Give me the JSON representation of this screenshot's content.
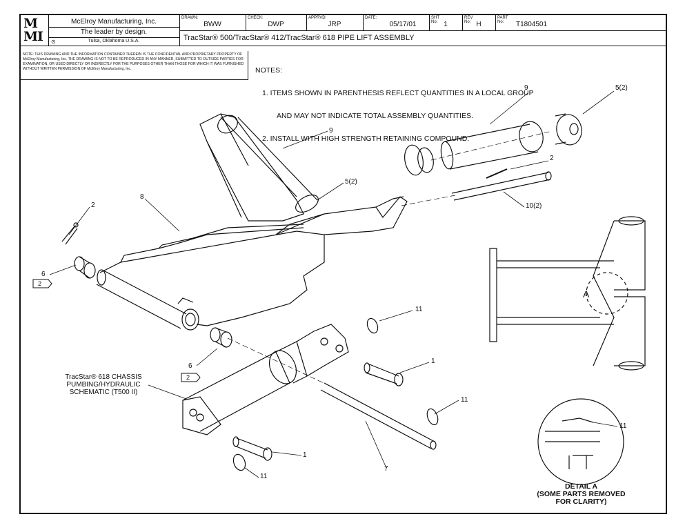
{
  "title_block": {
    "logo_top": "M",
    "logo_bottom": "MI",
    "company": "McElroy Manufacturing, Inc.",
    "tagline": "The leader by design.",
    "location": "Tulsa, Oklahoma U.S.A.",
    "drawn_label": "DRAWN:",
    "drawn_value": "BWW",
    "check_label": "CHECK:",
    "check_value": "DWP",
    "apprvd_label": "APPRVD:",
    "apprvd_value": "JRP",
    "date_label": "DATE:",
    "date_value": "05/17/01",
    "sht_label": "SHT No:",
    "sht_value": "1",
    "rev_label": "REV No:",
    "rev_value": "H",
    "part_label": "PART No:",
    "part_value": "T1804501",
    "assembly_title": "TracStar® 500/TracStar® 412/TracStar® 618 PIPE LIFT ASSEMBLY",
    "confidential": "NOTE: THIS DRAWING AND THE INFORMATION CONTAINED THEREIN IS THE CONFIDENTIAL AND PROPRIETARY PROPERTY OF McElroy Manufacturing, Inc. THE DRAWING IS NOT TO BE REPRODUCED IN ANY MANNER, SUBMITTED TO OUTSIDE PARTIES FOR EXAMINATION, OR USED DIRECTLY OR INDIRECTLY FOR THE PURPOSES OTHER THAN THOSE FOR WHICH IT WAS FURNISHED WITHOUT WRITTEN PERMISSION OF McElroy Manufacturing, Inc."
  },
  "notes": {
    "heading": "NOTES:",
    "line1": "1. ITEMS SHOWN IN PARENTHESIS REFLECT QUANTITIES IN A LOCAL GROUP",
    "line2": "AND MAY NOT INDICATE TOTAL ASSEMBLY QUANTITIES.",
    "line3": "2. INSTALL WITH HIGH STRENGTH RETAINING COMPOUND."
  },
  "callouts": {
    "c9_top": "9",
    "c5_top": "5(2)",
    "c2_top": "2",
    "c10": "10(2)",
    "c9_mid": "9",
    "c5_mid": "5(2)",
    "c2_left": "2",
    "c8": "8",
    "c6_top": "6",
    "flag_top": "2",
    "c11_top": "11",
    "c1_mid": "1",
    "c6_bottom": "6",
    "flag_bottom": "2",
    "c11_right": "11",
    "c1_bottom": "1",
    "c11_bottom": "11",
    "c7": "7",
    "c11_detail": "11",
    "detail_marker": "A"
  },
  "schematic_label": {
    "line1": "TracStar® 618 CHASSIS",
    "line2": "PUMBING/HYDRAULIC",
    "line3": "SCHEMATIC (T500 II)"
  },
  "detail_caption": {
    "line1": "DETAIL A",
    "line2": "(SOME PARTS REMOVED",
    "line3": "FOR CLARITY)"
  }
}
